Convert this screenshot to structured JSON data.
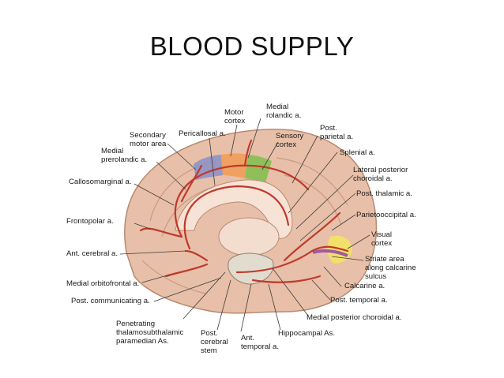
{
  "title": "BLOOD SUPPLY",
  "colors": {
    "artery": "#c0392b",
    "leader": "#3d3d3d",
    "brain": "#e8bfa8",
    "motor_cortex": "#f0a060",
    "sensory_cortex": "#8fbf5a",
    "premotor": "#8a8fc8",
    "visual_cortex": "#f2e06a",
    "striate": "#a05aa0"
  },
  "labels": {
    "medial_rolandic": "Medial\nrolandic a.",
    "motor_cortex": "Motor\ncortex",
    "pericallosal": "Pericallosal a.",
    "secondary_motor": "Secondary\nmotor area",
    "medial_prerolandic": "Medial\nprerolandic a.",
    "callosomarginal": "Callosomarginal a.",
    "frontopolar": "Frontopolar a.",
    "ant_cerebral": "Ant. cerebral a.",
    "medial_orbitofrontal": "Medial orbitofrontal a.",
    "post_communicating": "Post. communicating a.",
    "penetrating": "Penetrating\nthalamosubthalamic\nparamedian As.",
    "post_cerebral_stem": "Post.\ncerebral\nstem",
    "ant_temporal": "Ant.\ntemporal a.",
    "hippocampal": "Hippocampal As.",
    "medial_post_choroidal": "Medial posterior choroidal a.",
    "post_temporal": "Post. temporal a.",
    "calcarine": "Calcarine a.",
    "striate_area": "Striate area\nalong calcarine\nsulcus",
    "visual_cortex": "Visual\ncortex",
    "parietooccipital": "Parietooccipital a.",
    "post_thalamic": "Post. thalamic a.",
    "lateral_post_choroidal": "Lateral posterior\nchoroidal a.",
    "splenial": "Splenial a.",
    "post_parietal": "Post.\nparietal a.",
    "sensory_cortex": "Sensory\ncortex"
  }
}
